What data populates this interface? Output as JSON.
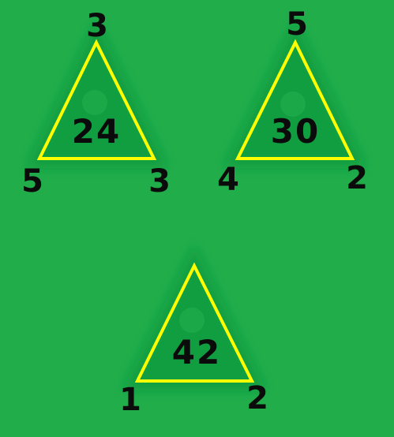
{
  "colors": {
    "background": "#22ad4b",
    "triangle_stroke": "#ffff00",
    "triangle_glow": "#0d9a3c",
    "text": "#0b0b0b"
  },
  "puzzles": [
    {
      "top": "3",
      "left": "5",
      "right": "3",
      "center": "24"
    },
    {
      "top": "5",
      "left": "4",
      "right": "2",
      "center": "30"
    },
    {
      "top": "",
      "left": "1",
      "right": "2",
      "center": "42"
    }
  ]
}
